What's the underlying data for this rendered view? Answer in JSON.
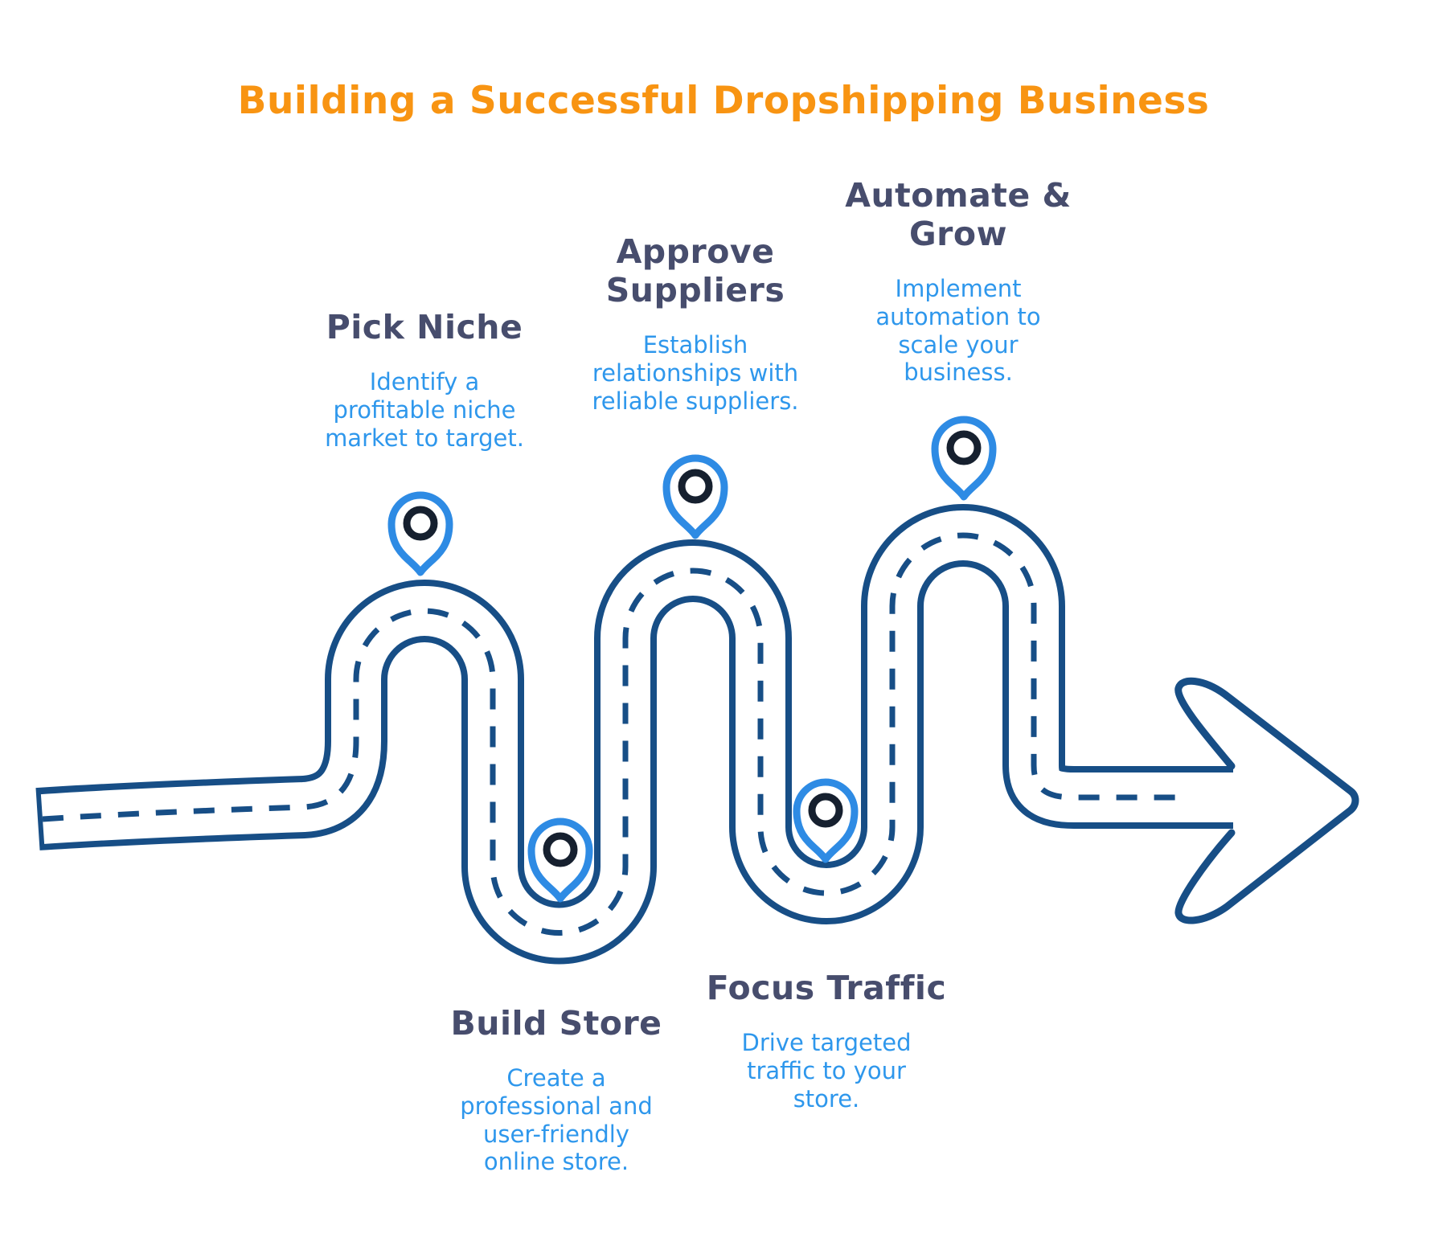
{
  "title": {
    "text": "Building a Successful Dropshipping Business"
  },
  "colors": {
    "title_orange": "#F89412",
    "step_heading_slate": "#474D6D",
    "step_description_blue": "#2E97EC",
    "road_navy": "#174E86",
    "pin_blue": "#2E8BE4",
    "pin_ring_navy": "#16202F",
    "background": "#FFFFFF"
  },
  "icons": {
    "milestone_marker": "map-pin-icon",
    "flow_end": "arrow-right-icon",
    "road_motif": "winding-road-with-dashed-centerline"
  },
  "steps": [
    {
      "id": "pick-niche",
      "title": "Pick Niche",
      "description": "Identify a\nprofitable niche\nmarket to target."
    },
    {
      "id": "build-store",
      "title": "Build Store",
      "description": "Create a\nprofessional and\nuser-friendly\nonline store."
    },
    {
      "id": "approve-suppliers",
      "title": "Approve\nSuppliers",
      "description": "Establish\nrelationships with\nreliable suppliers."
    },
    {
      "id": "focus-traffic",
      "title": "Focus Traffic",
      "description": "Drive targeted\ntraffic to your\nstore."
    },
    {
      "id": "automate-grow",
      "title": "Automate &\nGrow",
      "description": "Implement\nautomation to\nscale your\nbusiness."
    }
  ]
}
